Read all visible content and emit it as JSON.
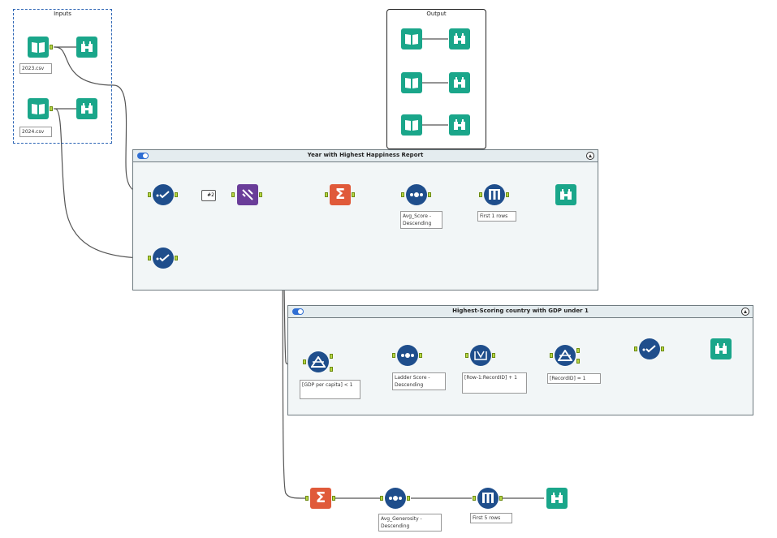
{
  "inputs_box": {
    "title": "Inputs",
    "file1": "2023.csv",
    "file2": "2024.csv"
  },
  "output_box": {
    "title": "Output"
  },
  "container1": {
    "title": "Year with Highest Happiness Report",
    "union_badge": "#2",
    "sort_label": "Avg_Score - Descending",
    "sample_label": "First 1 rows"
  },
  "container2": {
    "title": "Highest-Scoring country with GDP under 1",
    "filter1_label": "[GDP per capita] < 1",
    "sort_label": "Ladder Score - Descending",
    "formula_label": "[Row-1:RecordID] + 1",
    "filter2_label": "[RecordID] = 1"
  },
  "bottom_row": {
    "sort_label": "Avg_Generosity - Descending",
    "sample_label": "First 5 rows"
  },
  "colors": {
    "teal": "#1aa68a",
    "navy": "#1f4e8c",
    "orange": "#e05a3a",
    "purple": "#6a3d99",
    "anchor": "#b7d743",
    "container_bg": "#f2f6f7"
  }
}
